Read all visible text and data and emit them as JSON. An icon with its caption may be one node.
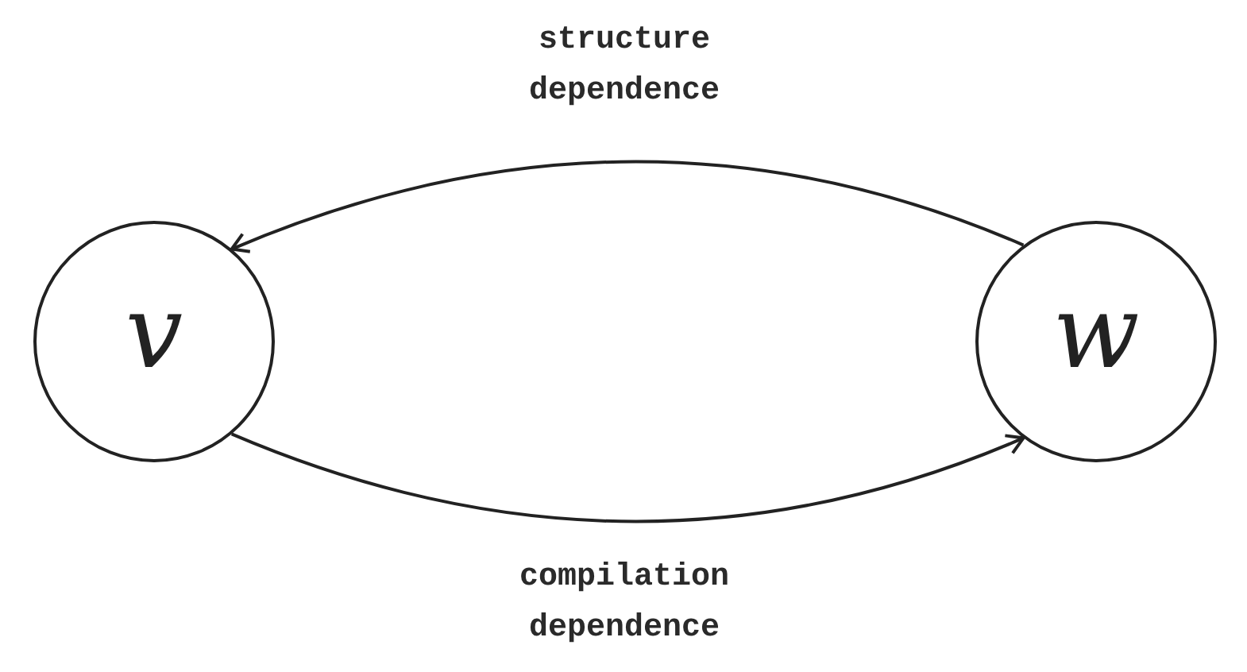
{
  "diagram": {
    "nodes": [
      {
        "text": [
          "v"
        ]
      },
      {
        "text": [
          "w"
        ]
      }
    ],
    "edges": [
      {
        "from": 1,
        "to": 0,
        "arrow": "to",
        "label": "structure dependence"
      },
      {
        "from": 0,
        "to": 1,
        "arrow": "to",
        "label": "compilation dependence"
      }
    ]
  }
}
